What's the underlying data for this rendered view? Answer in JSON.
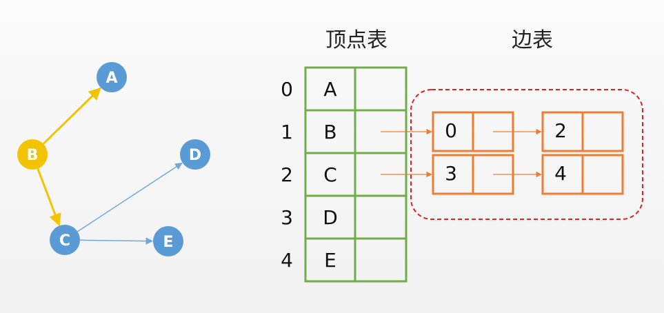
{
  "headers": {
    "vertex_table": "顶点表",
    "edge_table": "边表"
  },
  "graph": {
    "nodes": [
      {
        "id": "A",
        "label": "A",
        "color": "#5b9bd5"
      },
      {
        "id": "B",
        "label": "B",
        "color": "#f2c300"
      },
      {
        "id": "C",
        "label": "C",
        "color": "#5b9bd5"
      },
      {
        "id": "D",
        "label": "D",
        "color": "#5b9bd5"
      },
      {
        "id": "E",
        "label": "E",
        "color": "#5b9bd5"
      }
    ],
    "edges": [
      {
        "from": "B",
        "to": "A",
        "highlight": true
      },
      {
        "from": "B",
        "to": "C",
        "highlight": true
      },
      {
        "from": "C",
        "to": "D",
        "highlight": false
      },
      {
        "from": "C",
        "to": "E",
        "highlight": false
      }
    ],
    "colors": {
      "highlight_edge": "#f2c300",
      "normal_edge": "#6fa8dc"
    }
  },
  "vertex_table": {
    "indices": [
      "0",
      "1",
      "2",
      "3",
      "4"
    ],
    "vertices": [
      "A",
      "B",
      "C",
      "D",
      "E"
    ],
    "border_color": "#70ad47"
  },
  "edge_table": {
    "lists": [
      {
        "row": "1",
        "nodes": [
          "0",
          "2"
        ]
      },
      {
        "row": "2",
        "nodes": [
          "3",
          "4"
        ]
      }
    ],
    "node_border_color": "#ed7d31",
    "group_border_color": "#e02020"
  }
}
